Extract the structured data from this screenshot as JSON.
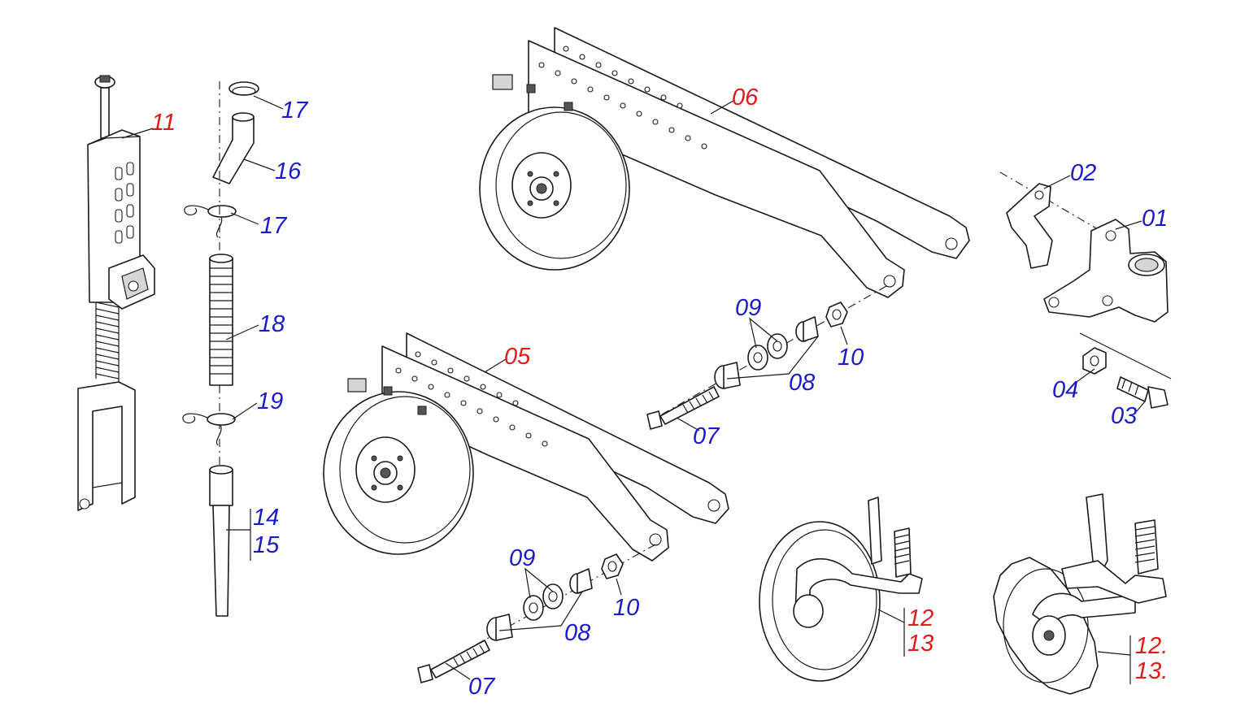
{
  "colors": {
    "primary_label": "#1a1acd",
    "assembly_label": "#e01b1b",
    "line": "#1a1a1a"
  },
  "labels": {
    "p01": "01",
    "p02": "02",
    "p03": "03",
    "p04": "04",
    "p05": "05",
    "p06": "06",
    "p07a": "07",
    "p07b": "07",
    "p08a": "08",
    "p08b": "08",
    "p09a": "09",
    "p09b": "09",
    "p10a": "10",
    "p10b": "10",
    "p11": "11",
    "p12a": "12",
    "p13a": "13",
    "p12b": "12.",
    "p13b": "13.",
    "p14": "14",
    "p15": "15",
    "p16": "16",
    "p17a": "17",
    "p17b": "17",
    "p18": "18",
    "p19": "19"
  }
}
